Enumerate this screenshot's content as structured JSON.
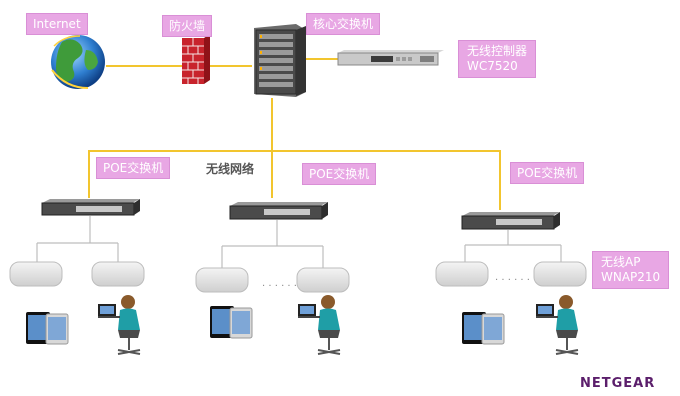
{
  "labels": {
    "internet": "Internet",
    "firewall": "防火墙",
    "core_switch": "核心交换机",
    "wireless_controller_line1": "无线控制器",
    "wireless_controller_line2": "WC7520",
    "poe_switch_left": "POE交换机",
    "wireless_network": "无线网络",
    "poe_switch_middle": "POE交换机",
    "poe_switch_right": "POE交换机",
    "ap_line1": "无线AP",
    "ap_line2": "WNAP210",
    "ellipsis_middle": ". . . . . .",
    "ellipsis_right": ". . . . . ."
  },
  "brand": "NETGEAR",
  "colors": {
    "label_bg": "#e8a7e4",
    "link_yellow": "#f2c52e",
    "link_gray": "#bdbdbd",
    "brand": "#5b1e6b"
  }
}
